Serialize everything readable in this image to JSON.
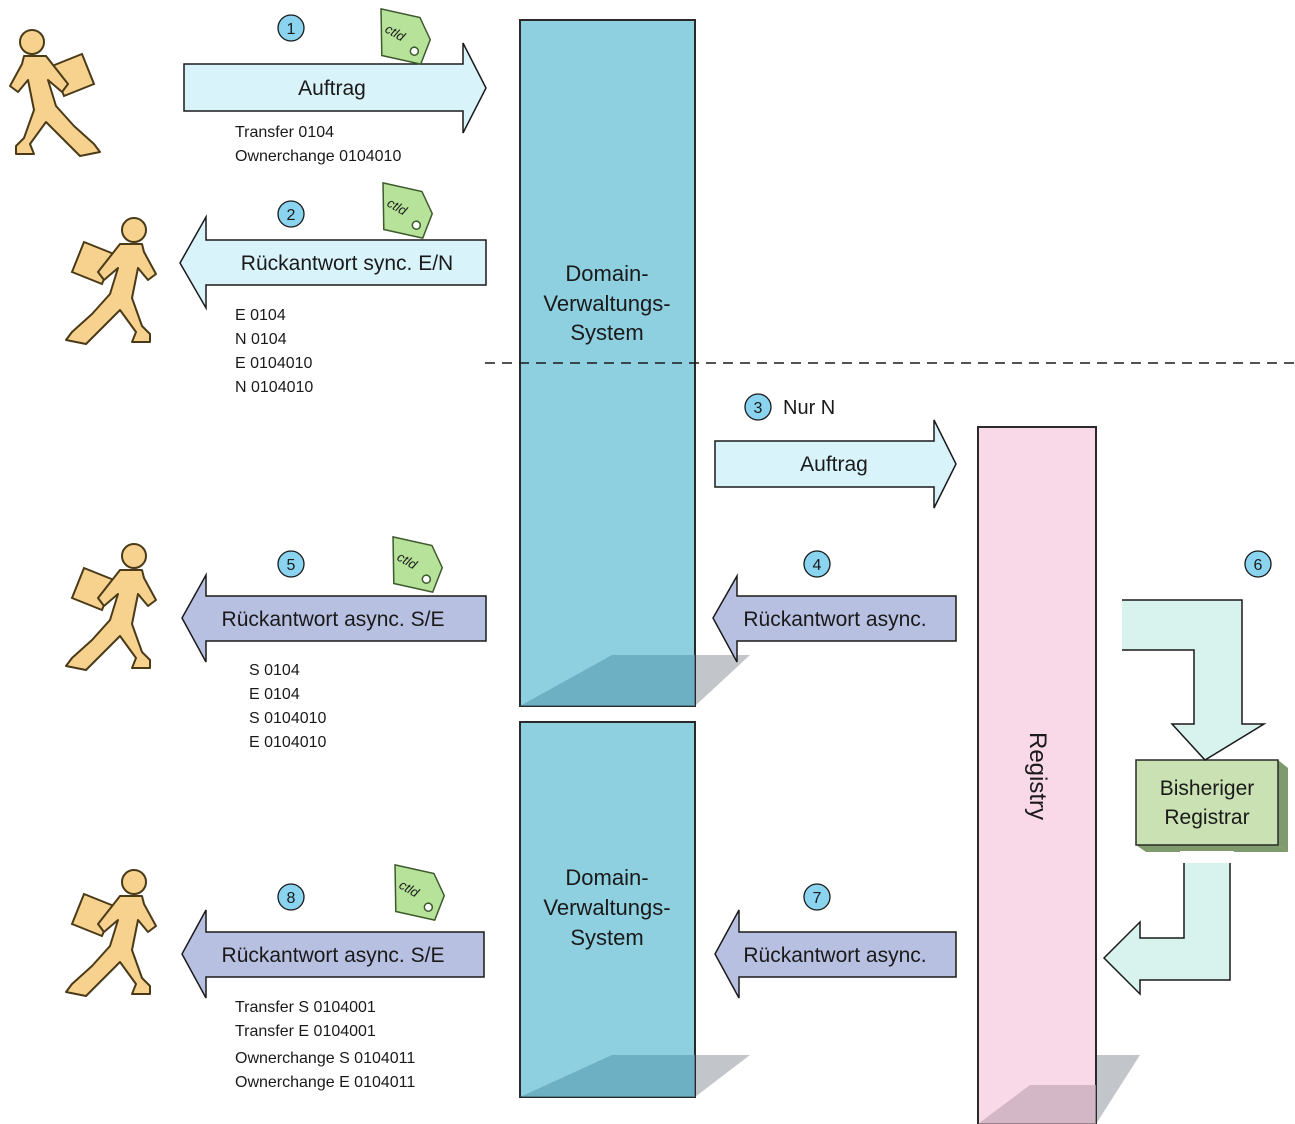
{
  "title": "",
  "colors": {
    "person": "#f6d28e",
    "person_stroke": "#4a3a18",
    "arrow_light": "#d9f3fb",
    "arrow_purple": "#b8c0e2",
    "dvs": "#8ecfe0",
    "registry": "#f9d8e8",
    "registrar": "#c9e1b3",
    "bent_arrow": "#d8f2ee",
    "tag": "#b6e29a",
    "step_circle": "#8ad4f0"
  },
  "tag_label": "ctld",
  "steps": [
    {
      "number": "1",
      "arrow_label": "Auftrag",
      "direction": "right",
      "notes": [
        "Transfer 0104",
        "Ownerchange 0104010"
      ]
    },
    {
      "number": "2",
      "arrow_label": "Rückantwort sync. E/N",
      "direction": "left",
      "notes": [
        "E 0104",
        "N 0104",
        "E 0104010",
        "N 0104010"
      ]
    },
    {
      "number": "3",
      "arrow_label": "Auftrag",
      "direction": "right",
      "caption": "Nur N"
    },
    {
      "number": "4",
      "arrow_label": "Rückantwort async.",
      "direction": "left"
    },
    {
      "number": "5",
      "arrow_label": "Rückantwort async.  S/E",
      "direction": "left",
      "notes": [
        "S 0104",
        "E 0104",
        "S 0104010",
        "E 0104010"
      ]
    },
    {
      "number": "6"
    },
    {
      "number": "7",
      "arrow_label": "Rückantwort async.",
      "direction": "left"
    },
    {
      "number": "8",
      "arrow_label": "Rückantwort async. S/E",
      "direction": "left",
      "notes": [
        "Transfer S 0104001",
        "Transfer E 0104001",
        "Ownerchange S 0104011",
        "Ownerchange E 0104011"
      ]
    }
  ],
  "dvs_top": {
    "lines": [
      "Domain-",
      "Verwaltungs-",
      "System"
    ]
  },
  "dvs_bottom": {
    "lines": [
      "Domain-",
      "Verwaltungs-",
      "System"
    ]
  },
  "registry": {
    "label": "Registry"
  },
  "registrar": {
    "lines": [
      "Bisheriger",
      "Registrar"
    ]
  }
}
